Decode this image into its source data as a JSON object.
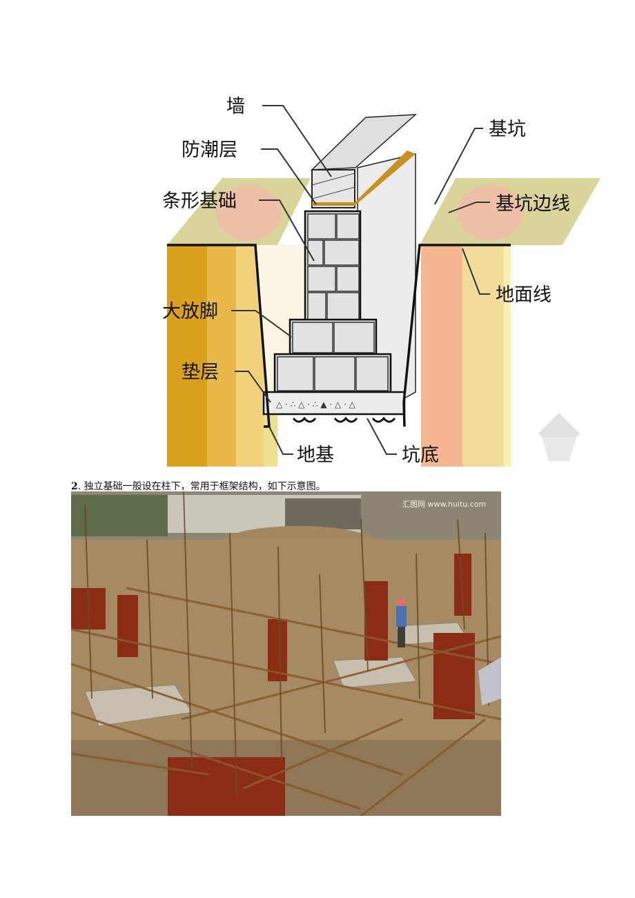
{
  "diagram": {
    "labels": {
      "wall": "墙",
      "damp_proof": "防潮层",
      "strip_foundation": "条形基础",
      "footing_step": "大放脚",
      "cushion": "垫层",
      "subgrade": "地基",
      "pit": "基坑",
      "pit_edge": "基坑边线",
      "ground_line": "地面线",
      "pit_bottom": "坑底"
    }
  },
  "caption": {
    "number": "2",
    "text": ". 独立基础一般设在柱下，常用于框架结构，如下示意图。"
  },
  "photo": {
    "watermark": "汇图网 www.huitu.com",
    "description_icon": "construction-site-photo"
  }
}
